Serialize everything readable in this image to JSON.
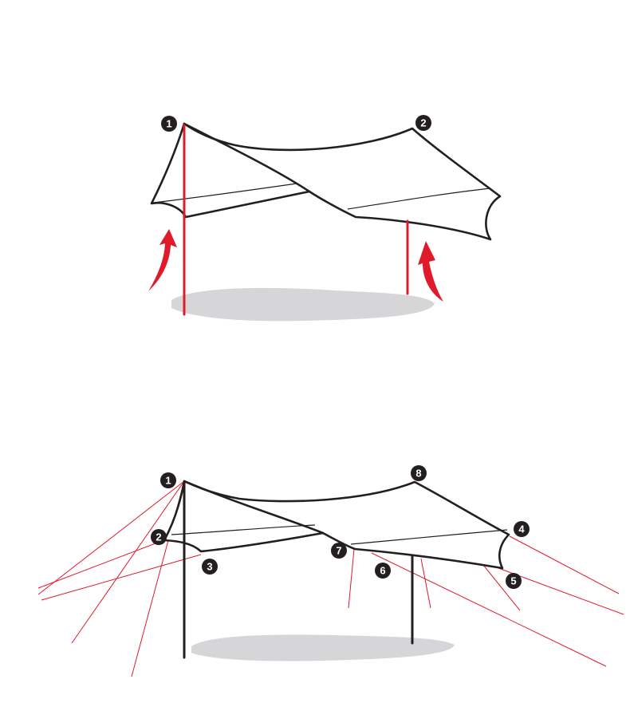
{
  "colors": {
    "pole_red": "#e01a2b",
    "outline": "#231f20",
    "shadow": "#d6d6d8",
    "badge": "#231f20",
    "badge_text": "#ffffff"
  },
  "top_diagram": {
    "labels": {
      "corner_1": "1",
      "corner_2": "2"
    }
  },
  "bottom_diagram": {
    "labels": {
      "corner_1": "1",
      "corner_2": "2",
      "corner_3": "3",
      "corner_4": "4",
      "corner_5": "5",
      "corner_6": "6",
      "corner_7": "7",
      "corner_8": "8"
    }
  }
}
